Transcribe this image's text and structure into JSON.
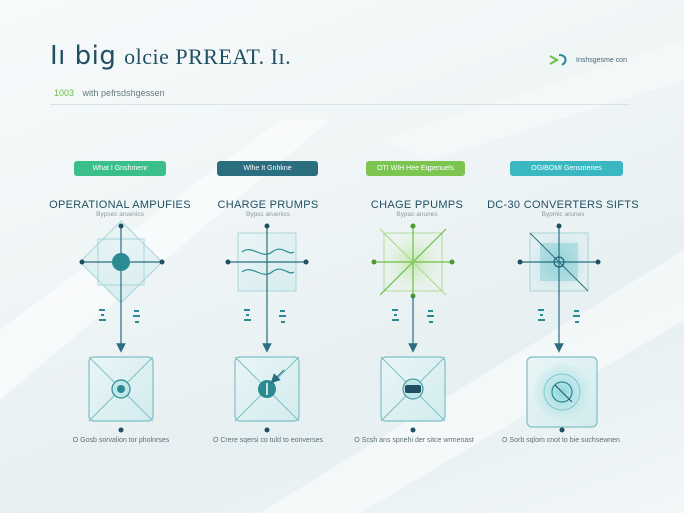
{
  "header": {
    "title_main": "Iı big",
    "title_rest": "olcie PRREAT. Iı.",
    "subtitle_lead": "1003",
    "subtitle": "with pefrsdshgessen"
  },
  "logo": {
    "text": "Inshsgesme con",
    "icon": "leaf-arrows-icon"
  },
  "colors": {
    "dark": "#1f4f63",
    "teal": "#2b8a92",
    "green": "#6cbf46",
    "cyan": "#3bb7c2",
    "mint": "#3bbf8a"
  },
  "columns": [
    {
      "badge": "What I Gnshmenr",
      "badge_color": "#3bbf8a",
      "title": "OPERATIONAL AMPUFIES",
      "subtitle": "Bypsec aruenics",
      "caption": "O Gosb sorvalion tor pholnrses",
      "accent": "#2b8a92",
      "top_icon": "amplifier-node-icon",
      "bottom_icon": "amplifier-core-icon"
    },
    {
      "badge": "Wlhe It Gnhkne",
      "badge_color": "#2a6e80",
      "title": "CHARGE PRUMPS",
      "subtitle": "Bypsc aruenics",
      "caption": "O Crere sqersi co tuld to eonverses",
      "accent": "#2b8a92",
      "top_icon": "wave-node-icon",
      "bottom_icon": "pump-core-icon"
    },
    {
      "badge": "OTI WIH Hee Eqpenuels",
      "badge_color": "#7cc551",
      "title": "CHAGE PPUMPS",
      "subtitle": "Bypac anunes",
      "caption": "O Scsh ans spnehi der sitce wrmenast",
      "accent": "#6cbf46",
      "top_icon": "diagonal-node-icon",
      "bottom_icon": "display-core-icon"
    },
    {
      "badge": "OGIBOMI Gensmenes",
      "badge_color": "#3bb7c2",
      "title": "DC-30 CONVERTERS SIFTS",
      "subtitle": "Bypmic arunes",
      "caption": "O Sorb sqlom cnot to bie suchsewnen",
      "accent": "#2b8a92",
      "top_icon": "converter-node-icon",
      "bottom_icon": "converter-core-icon"
    }
  ]
}
